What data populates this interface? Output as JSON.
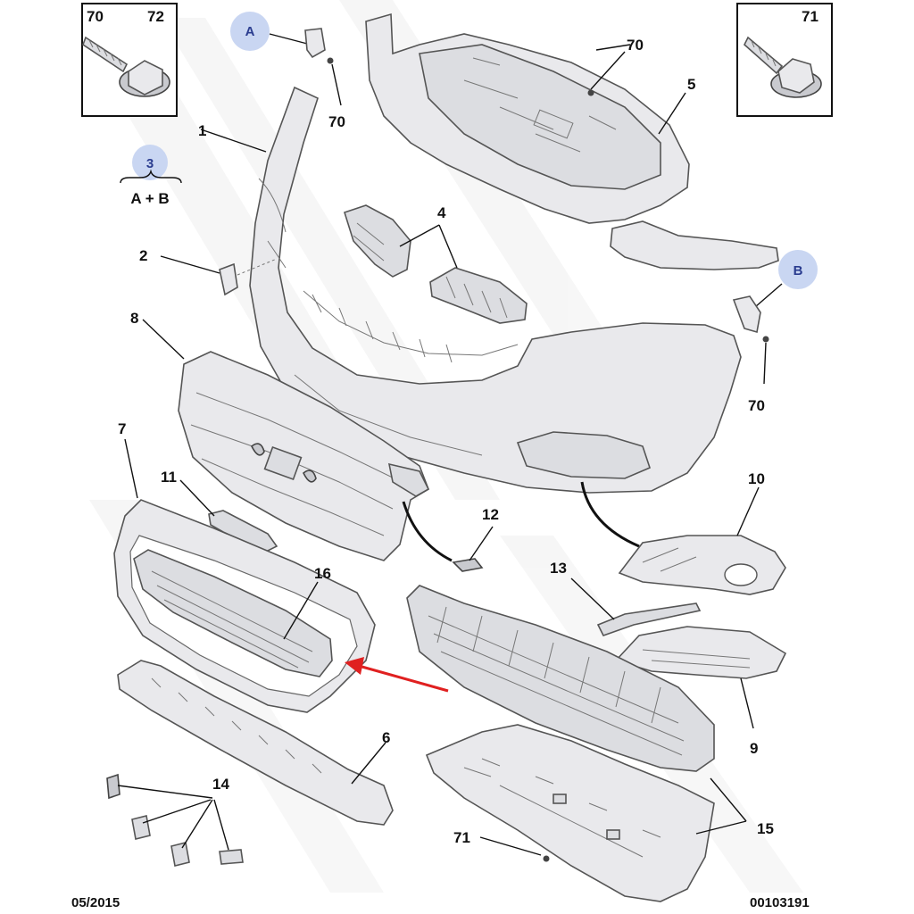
{
  "labels": {
    "box_left_a": "70",
    "box_left_b": "72",
    "box_right": "71",
    "p70_top_left": "70",
    "p70_top_mid": "70",
    "p70_right": "70",
    "p1": "1",
    "p2": "2",
    "p3_formula": "A + B",
    "p4": "4",
    "p5": "5",
    "p6": "6",
    "p7": "7",
    "p8": "8",
    "p9": "9",
    "p10": "10",
    "p11": "11",
    "p12": "12",
    "p13": "13",
    "p14": "14",
    "p15": "15",
    "p16": "16",
    "p71_bottom": "71"
  },
  "callouts": {
    "a": "A",
    "b": "B",
    "three": "3"
  },
  "footer": {
    "date": "05/2015",
    "code": "00103191"
  },
  "colors": {
    "callout_fill": "#c9d6f2",
    "callout_text": "#2a3c8f",
    "highlight_arrow": "#e02020"
  }
}
